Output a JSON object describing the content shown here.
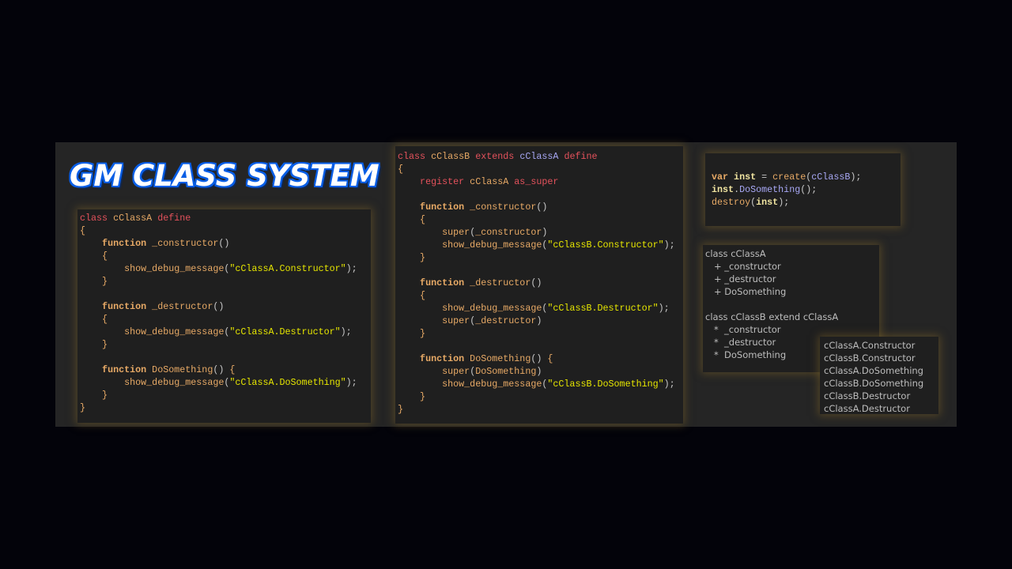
{
  "title": "GM CLASS SYSTEM",
  "code_class_a": [
    [
      [
        "class",
        "k"
      ],
      [
        " cClassA ",
        "o"
      ],
      [
        "define",
        "k"
      ]
    ],
    [
      [
        "{",
        "b"
      ]
    ],
    [
      [
        "    function",
        "f"
      ],
      [
        " _constructor",
        "o"
      ],
      [
        "()",
        "p"
      ]
    ],
    [
      [
        "    {",
        "b"
      ]
    ],
    [
      [
        "        show_debug_message",
        "o"
      ],
      [
        "(",
        "p"
      ],
      [
        "\"cClassA.Constructor\"",
        "s"
      ],
      [
        ");",
        "p"
      ]
    ],
    [
      [
        "    }",
        "b"
      ]
    ],
    [
      [
        "",
        ""
      ]
    ],
    [
      [
        "    function",
        "f"
      ],
      [
        " _destructor",
        "o"
      ],
      [
        "()",
        "p"
      ]
    ],
    [
      [
        "    {",
        "b"
      ]
    ],
    [
      [
        "        show_debug_message",
        "o"
      ],
      [
        "(",
        "p"
      ],
      [
        "\"cClassA.Destructor\"",
        "s"
      ],
      [
        ");",
        "p"
      ]
    ],
    [
      [
        "    }",
        "b"
      ]
    ],
    [
      [
        "",
        ""
      ]
    ],
    [
      [
        "    function",
        "f"
      ],
      [
        " DoSomething",
        "o"
      ],
      [
        "() ",
        "p"
      ],
      [
        "{",
        "b"
      ]
    ],
    [
      [
        "        show_debug_message",
        "o"
      ],
      [
        "(",
        "p"
      ],
      [
        "\"cClassA.DoSomething\"",
        "s"
      ],
      [
        ");",
        "p"
      ]
    ],
    [
      [
        "    }",
        "b"
      ]
    ],
    [
      [
        "}",
        "b"
      ]
    ]
  ],
  "code_class_b": [
    [
      [
        "class",
        "k"
      ],
      [
        " cClassB ",
        "o"
      ],
      [
        "extends",
        "k"
      ],
      [
        " cClassA ",
        "c"
      ],
      [
        "define",
        "k"
      ]
    ],
    [
      [
        "{",
        "b"
      ]
    ],
    [
      [
        "    register",
        "k"
      ],
      [
        " cClassA ",
        "o"
      ],
      [
        "as_super",
        "k"
      ]
    ],
    [
      [
        "",
        ""
      ]
    ],
    [
      [
        "    function",
        "f"
      ],
      [
        " _constructor",
        "o"
      ],
      [
        "()",
        "p"
      ]
    ],
    [
      [
        "    {",
        "b"
      ]
    ],
    [
      [
        "        super",
        "o"
      ],
      [
        "(",
        "p"
      ],
      [
        "_constructor",
        "o"
      ],
      [
        ")",
        "p"
      ]
    ],
    [
      [
        "        show_debug_message",
        "o"
      ],
      [
        "(",
        "p"
      ],
      [
        "\"cClassB.Constructor\"",
        "s"
      ],
      [
        ");",
        "p"
      ]
    ],
    [
      [
        "    }",
        "b"
      ]
    ],
    [
      [
        "",
        ""
      ]
    ],
    [
      [
        "    function",
        "f"
      ],
      [
        " _destructor",
        "o"
      ],
      [
        "()",
        "p"
      ]
    ],
    [
      [
        "    {",
        "b"
      ]
    ],
    [
      [
        "        show_debug_message",
        "o"
      ],
      [
        "(",
        "p"
      ],
      [
        "\"cClassB.Destructor\"",
        "s"
      ],
      [
        ");",
        "p"
      ]
    ],
    [
      [
        "        super",
        "o"
      ],
      [
        "(",
        "p"
      ],
      [
        "_destructor",
        "o"
      ],
      [
        ")",
        "p"
      ]
    ],
    [
      [
        "    }",
        "b"
      ]
    ],
    [
      [
        "",
        ""
      ]
    ],
    [
      [
        "    function",
        "f"
      ],
      [
        " DoSomething",
        "o"
      ],
      [
        "() ",
        "p"
      ],
      [
        "{",
        "b"
      ]
    ],
    [
      [
        "        super",
        "o"
      ],
      [
        "(",
        "p"
      ],
      [
        "DoSomething",
        "o"
      ],
      [
        ")",
        "p"
      ]
    ],
    [
      [
        "        show_debug_message",
        "o"
      ],
      [
        "(",
        "p"
      ],
      [
        "\"cClassB.DoSomething\"",
        "s"
      ],
      [
        ");",
        "p"
      ]
    ],
    [
      [
        "    }",
        "b"
      ]
    ],
    [
      [
        "}",
        "b"
      ]
    ]
  ],
  "code_usage": [
    [
      [
        "var",
        "vk"
      ],
      [
        " inst",
        "v"
      ],
      [
        " = ",
        "p"
      ],
      [
        "create",
        "o"
      ],
      [
        "(",
        "p"
      ],
      [
        "cClassB",
        "c"
      ],
      [
        ");",
        "p"
      ]
    ],
    [
      [
        "inst",
        "v"
      ],
      [
        ".",
        "p"
      ],
      [
        "DoSomething",
        "c"
      ],
      [
        "();",
        "p"
      ]
    ],
    [
      [
        "destroy",
        "o"
      ],
      [
        "(",
        "p"
      ],
      [
        "inst",
        "v"
      ],
      [
        ");",
        "p"
      ]
    ]
  ],
  "structure_lines": [
    "class cClassA",
    "   + _constructor",
    "   + _destructor",
    "   + DoSomething",
    "",
    "class cClassB extend cClassA",
    "   *  _constructor",
    "   *  _destructor",
    "   *  DoSomething"
  ],
  "output_lines": [
    "cClassA.Constructor",
    "cClassB.Constructor",
    "cClassA.DoSomething",
    "cClassB.DoSomething",
    "cClassB.Destructor",
    "cClassA.Destructor"
  ]
}
